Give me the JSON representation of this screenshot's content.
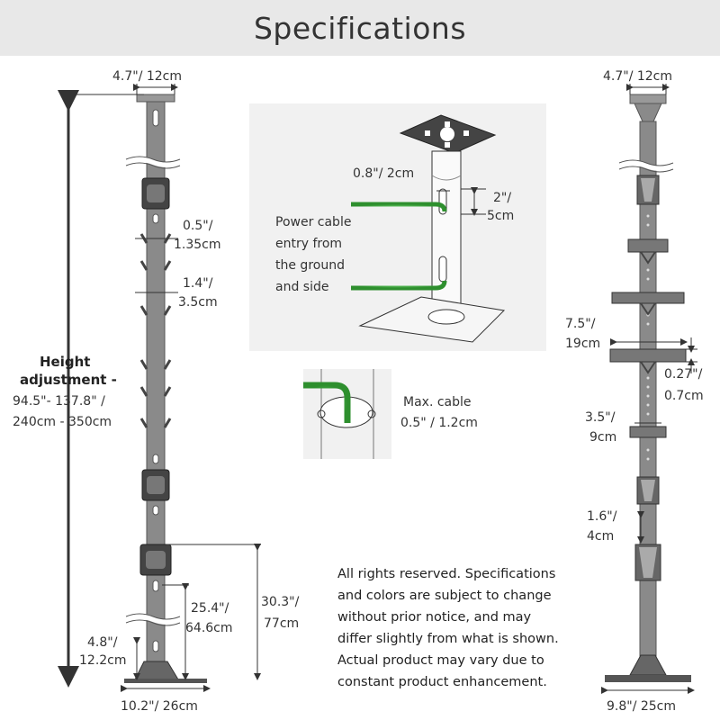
{
  "title": "Specifications",
  "left": {
    "top_width": "4.7\"/ 12cm",
    "height_adj_1": "Height",
    "height_adj_2": "adjustment -",
    "height_adj_3": "94.5\"- 137.8\" /",
    "height_adj_4": "240cm - 350cm",
    "hole_a_1": "0.5\"/",
    "hole_a_2": "1.35cm",
    "hole_b_1": "1.4\"/",
    "hole_b_2": "3.5cm",
    "d_303_1": "30.3\"/",
    "d_303_2": "77cm",
    "d_254_1": "25.4\"/",
    "d_254_2": "64.6cm",
    "d_48_1": "4.8\"/",
    "d_48_2": "12.2cm",
    "base_width": "10.2\"/ 26cm"
  },
  "inset": {
    "hole_w": "0.8\"/ 2cm",
    "hole_h_1": "2\"/",
    "hole_h_2": "5cm",
    "cable_1": "Power cable",
    "cable_2": "entry from",
    "cable_3": "the ground",
    "cable_4": "and side",
    "max_1": "Max. cable",
    "max_2": "0.5\" / 1.2cm"
  },
  "right": {
    "top_width": "4.7\"/ 12cm",
    "d_75_1": "7.5\"/",
    "d_75_2": "19cm",
    "d_027_1": "0.27\"/",
    "d_027_2": "0.7cm",
    "d_35_1": "3.5\"/",
    "d_35_2": "9cm",
    "d_16_1": "1.6\"/",
    "d_16_2": "4cm",
    "base_width": "9.8\"/ 25cm"
  },
  "notice": [
    "All rights reserved. Specifications",
    "and colors are subject to change",
    "without prior notice, and may",
    "differ slightly from what is shown.",
    "Actual product may vary due to",
    "constant product enhancement."
  ],
  "colors": {
    "header_bg": "#e8e8e8",
    "pole": "#7a7a7a",
    "cable": "#3aa83a"
  }
}
